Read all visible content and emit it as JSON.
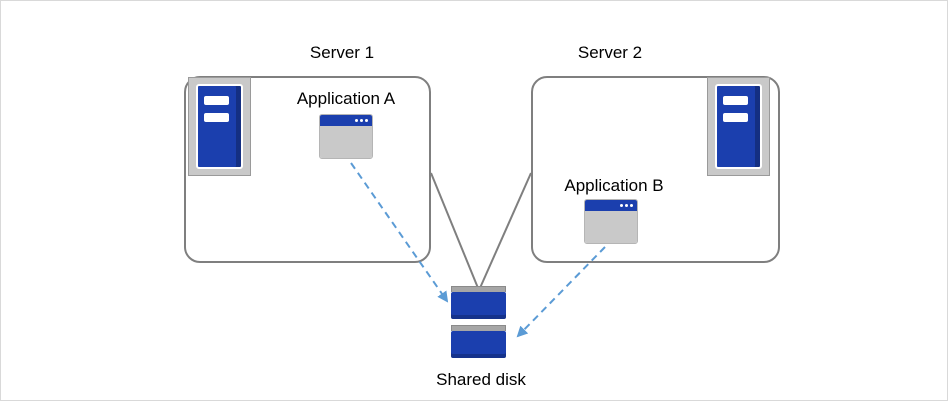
{
  "colors": {
    "brand_blue": "#1b3fae",
    "arrow_blue": "#5b9bd5",
    "line_gray": "#7f7f7f",
    "icon_gray": "#c9c9c9",
    "bar_gray": "#a6a6a6",
    "canvas_border": "#d9d9d9"
  },
  "nodes": {
    "server1": {
      "label": "Server 1",
      "application": "Application A",
      "icon": "server-icon"
    },
    "server2": {
      "label": "Server 2",
      "application": "Application B",
      "icon": "server-icon"
    },
    "shared_disk": {
      "label": "Shared disk",
      "icon": "disk-stack-icon"
    }
  },
  "connections": [
    {
      "from": "server1",
      "to": "shared_disk",
      "style": "solid-gray-line"
    },
    {
      "from": "server2",
      "to": "shared_disk",
      "style": "solid-gray-line"
    },
    {
      "from": "application_a",
      "to": "shared_disk",
      "style": "dashed-blue-arrow"
    },
    {
      "from": "application_b",
      "to": "shared_disk",
      "style": "dashed-blue-arrow"
    }
  ]
}
